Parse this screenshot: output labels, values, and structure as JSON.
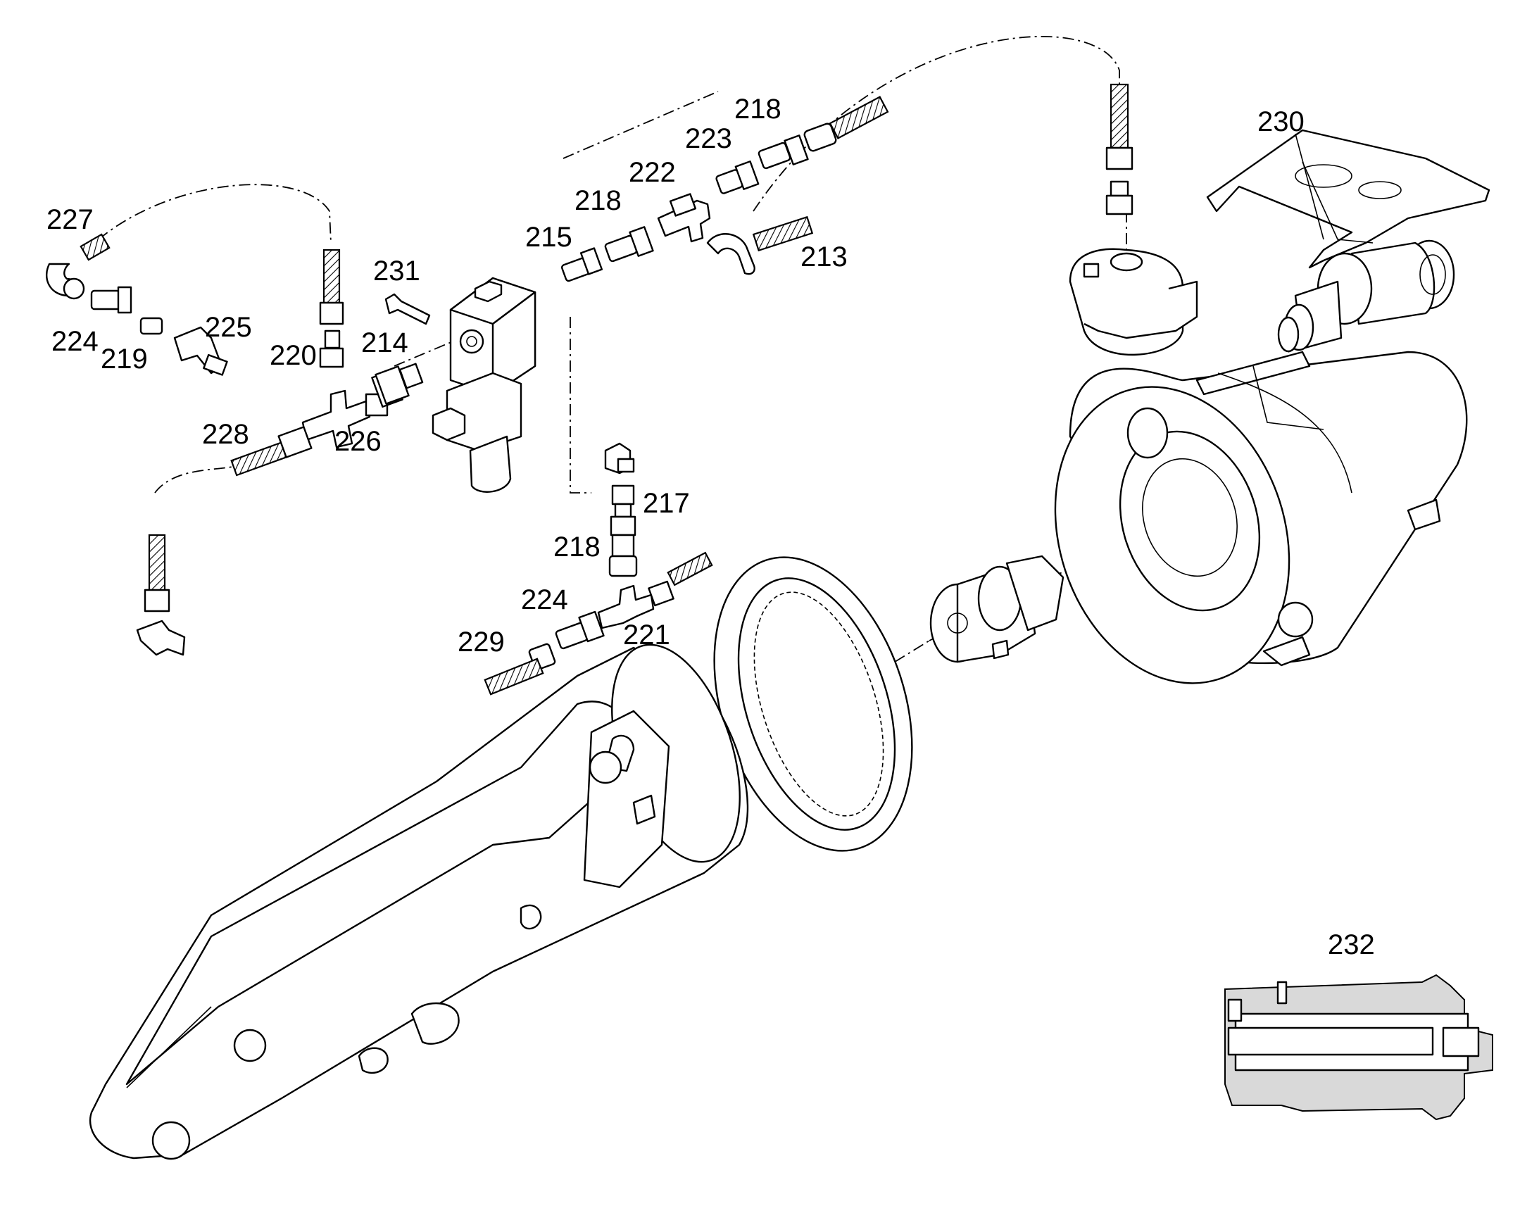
{
  "diagram": {
    "callouts": [
      {
        "id": "227",
        "text": "227"
      },
      {
        "id": "224a",
        "text": "224"
      },
      {
        "id": "219",
        "text": "219"
      },
      {
        "id": "225",
        "text": "225"
      },
      {
        "id": "220",
        "text": "220"
      },
      {
        "id": "214",
        "text": "214"
      },
      {
        "id": "231",
        "text": "231"
      },
      {
        "id": "228",
        "text": "228"
      },
      {
        "id": "226",
        "text": "226"
      },
      {
        "id": "215",
        "text": "215"
      },
      {
        "id": "218a",
        "text": "218"
      },
      {
        "id": "222",
        "text": "222"
      },
      {
        "id": "223",
        "text": "223"
      },
      {
        "id": "218b",
        "text": "218"
      },
      {
        "id": "213",
        "text": "213"
      },
      {
        "id": "230",
        "text": "230"
      },
      {
        "id": "217",
        "text": "217"
      },
      {
        "id": "218c",
        "text": "218"
      },
      {
        "id": "224b",
        "text": "224"
      },
      {
        "id": "229",
        "text": "229"
      },
      {
        "id": "221",
        "text": "221"
      },
      {
        "id": "232",
        "text": "232"
      }
    ],
    "colors": {
      "line": "#000000",
      "background": "#ffffff",
      "section_fill": "#d9d9d9"
    }
  }
}
